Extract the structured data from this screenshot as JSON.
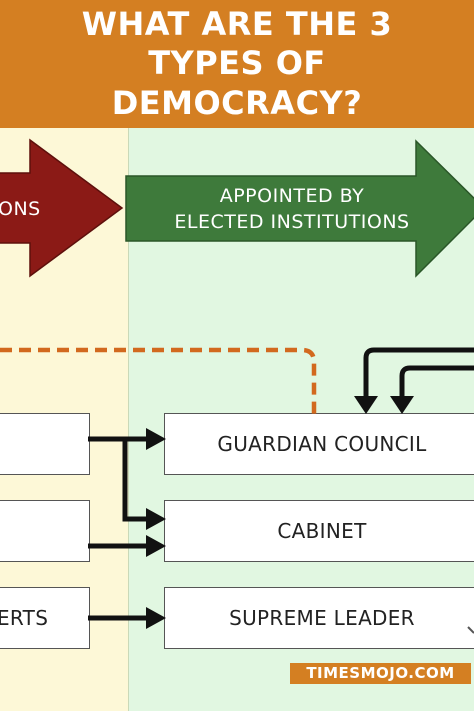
{
  "header": {
    "title_line1": "WHAT ARE THE 3 TYPES OF",
    "title_line2": "DEMOCRACY?"
  },
  "diagram": {
    "left_arrow_label": "ONS",
    "right_arrow_label_line1": "APPOINTED BY",
    "right_arrow_label_line2": "ELECTED INSTITUTIONS",
    "nodes": {
      "guardian_council": "GUARDIAN COUNCIL",
      "cabinet": "CABINET",
      "supreme_leader": "SUPREME LEADER",
      "left_row3_partial": "ERTS"
    }
  },
  "watermark": "TIMESMOJO.COM",
  "colors": {
    "banner": "#d47f22",
    "elected_arrow": "#8b1a16",
    "appointed_arrow": "#3e7a3b",
    "dashed_connector": "#d2691e",
    "left_zone": "#fdf8d7",
    "right_zone": "#e1f7e1"
  }
}
